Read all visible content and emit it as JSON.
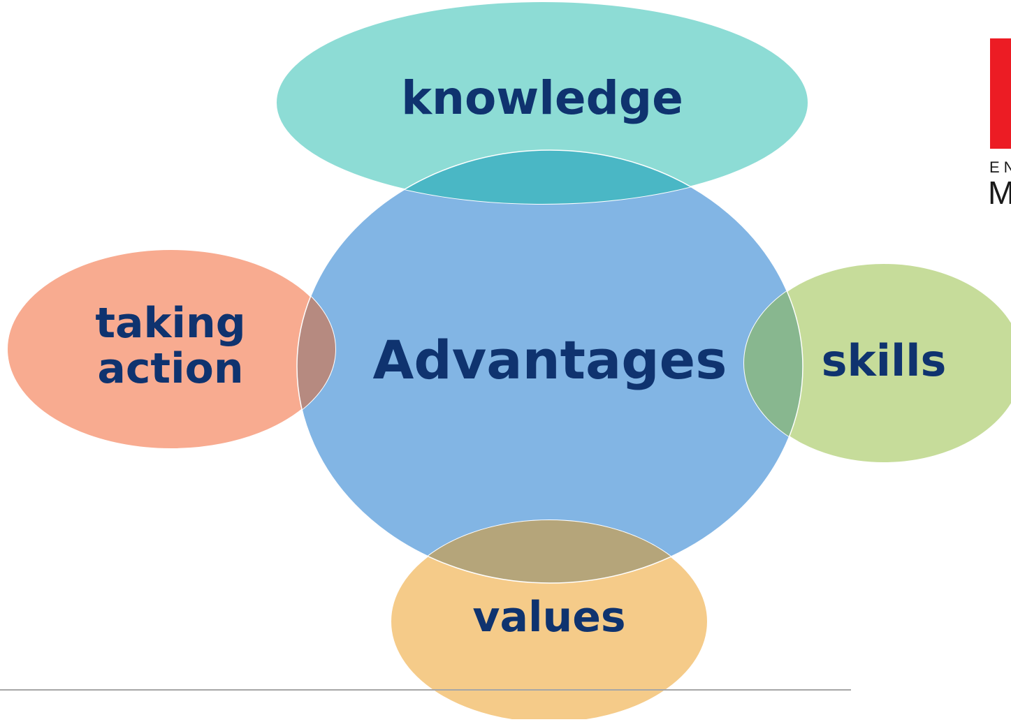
{
  "diagram": {
    "center_label": "Advantages",
    "top_label": "knowledge",
    "left_label_line1": "taking",
    "left_label_line2": "action",
    "right_label": "skills",
    "bottom_label": "values"
  },
  "logo": {
    "small_text": "EN",
    "large_text": "M",
    "accent_color": "#ec1c24"
  },
  "colors": {
    "center": "#82b5e4",
    "top": "#8ddcd5",
    "left": "#f8ab90",
    "right": "#c6dc9a",
    "bottom": "#f5cb89",
    "label": "#0f336f"
  }
}
